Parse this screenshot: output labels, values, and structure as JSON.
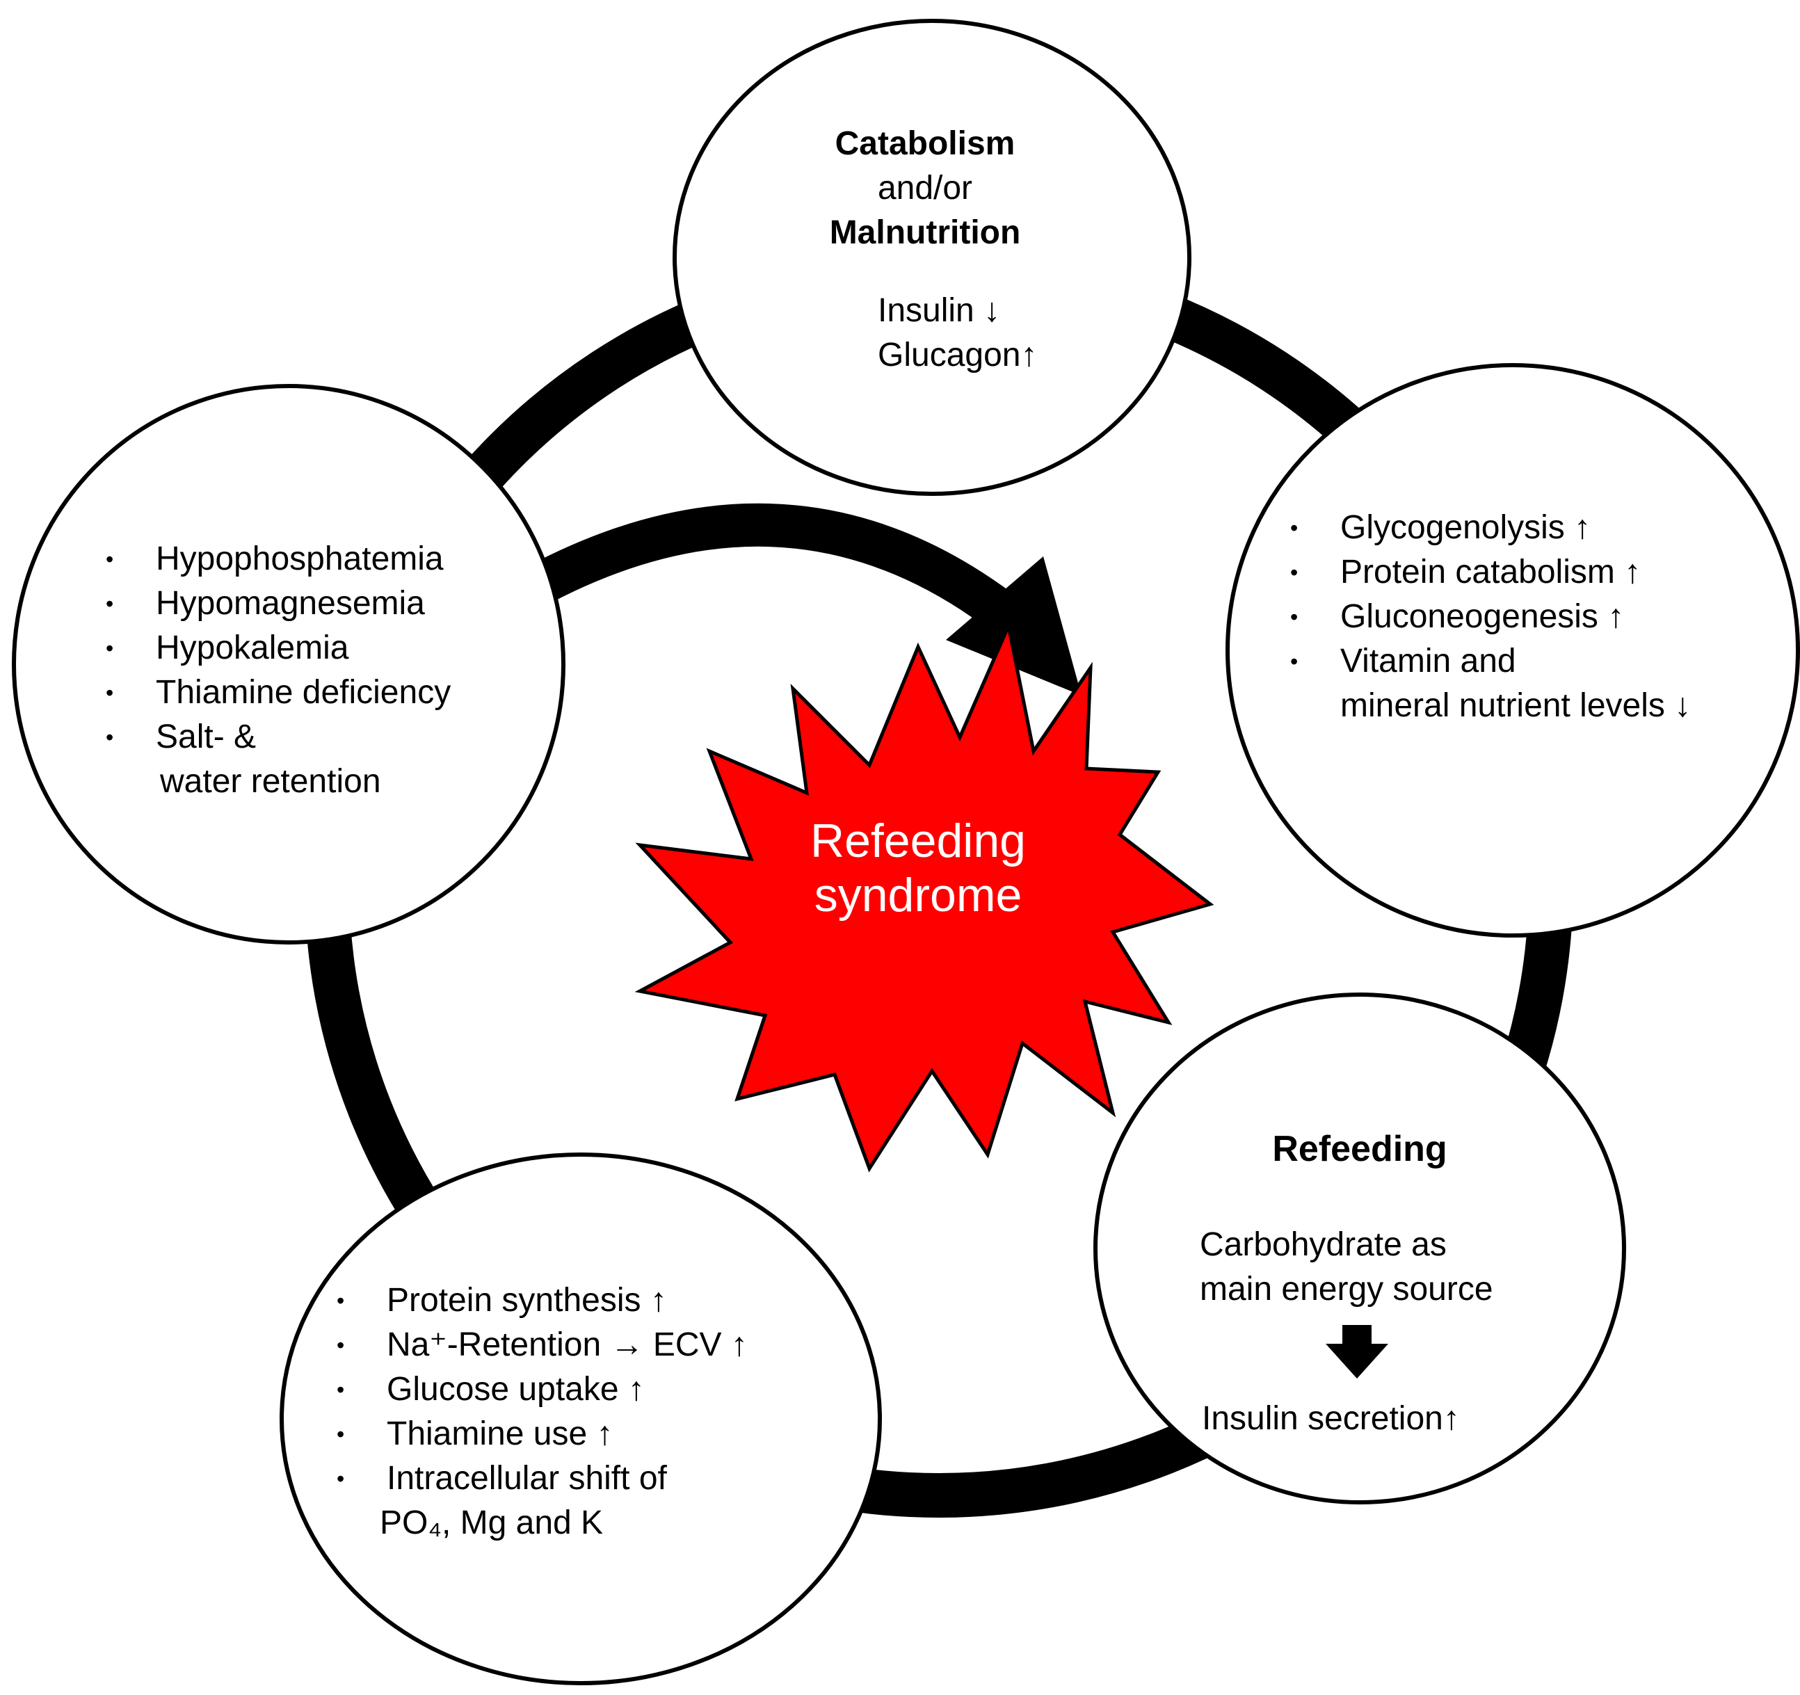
{
  "catabolism": {
    "title1": "Catabolism",
    "connector": "and/or",
    "title2": "Malnutrition",
    "lines": [
      "Insulin ↓",
      "Glucagon↑"
    ]
  },
  "metabolic_effects": {
    "items": [
      "Glycogenolysis  ↑",
      "Protein catabolism ↑",
      "Gluconeogenesis ↑",
      "Vitamin and",
      "mineral nutrient levels ↓"
    ]
  },
  "refeeding": {
    "title": "Refeeding",
    "line1": "Carbohydrate as",
    "line2": "main energy source",
    "result": "Insulin secretion↑"
  },
  "cellular_effects": {
    "items": [
      "Protein synthesis ↑",
      "Na⁺-Retention → ECV ↑",
      "Glucose uptake ↑",
      "Thiamine use ↑",
      "Intracellular shift of"
    ],
    "continuation": "PO₄, Mg and K"
  },
  "deficiencies": {
    "items": [
      "Hypophosphatemia",
      "Hypomagnesemia",
      "Hypokalemia",
      "Thiamine deficiency",
      "Salt- &"
    ],
    "continuation": "water retention"
  },
  "center": {
    "line1": "Refeeding",
    "line2": "syndrome",
    "fill_color": "#ff0000"
  }
}
